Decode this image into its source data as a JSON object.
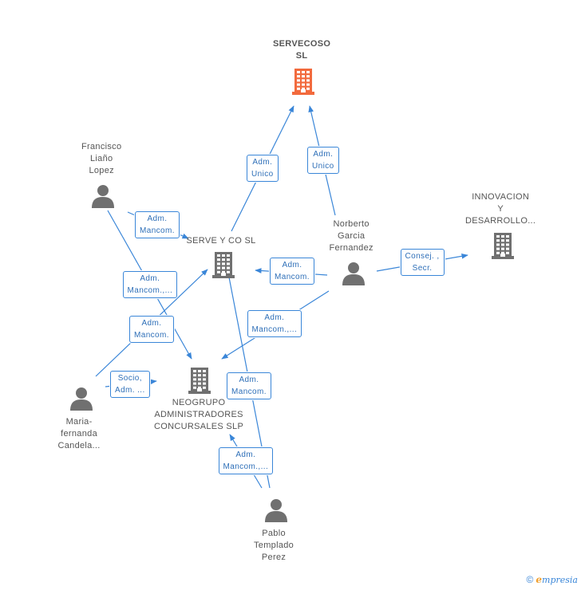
{
  "colors": {
    "accent": "#3a86d8",
    "main_company": "#f26a3d",
    "company": "#707070",
    "person": "#707070"
  },
  "nodes": [
    {
      "id": "servecoso",
      "kind": "company-main",
      "label": "SERVECOSO\nSL"
    },
    {
      "id": "serveyco",
      "kind": "company",
      "label": "SERVE Y CO SL"
    },
    {
      "id": "innovacion",
      "kind": "company",
      "label": "INNOVACION\nY\nDESARROLLO..."
    },
    {
      "id": "neogrupo",
      "kind": "company",
      "label": "NEOGRUPO\nADMINISTRADORES\nCONCURSALES SLP"
    },
    {
      "id": "francisco",
      "kind": "person",
      "label": "Francisco\nLiaño\nLopez"
    },
    {
      "id": "norberto",
      "kind": "person",
      "label": "Norberto\nGarcia\nFernandez"
    },
    {
      "id": "maria",
      "kind": "person",
      "label": "Maria-\nfernanda\nCandela..."
    },
    {
      "id": "pablo",
      "kind": "person",
      "label": "Pablo\nTemplado\nPerez"
    }
  ],
  "edges": [
    {
      "from": "serveyco",
      "to": "servecoso",
      "label": "Adm.\nUnico"
    },
    {
      "from": "norberto",
      "to": "servecoso",
      "label": "Adm.\nUnico"
    },
    {
      "from": "francisco",
      "to": "serveyco",
      "label": "Adm.\nMancom."
    },
    {
      "from": "francisco",
      "to": "neogrupo",
      "label": "Adm.\nMancom.,..."
    },
    {
      "from": "norberto",
      "to": "serveyco",
      "label": "Adm.\nMancom."
    },
    {
      "from": "norberto",
      "to": "innovacion",
      "label": "Consej. ,\nSecr."
    },
    {
      "from": "norberto",
      "to": "neogrupo",
      "label": "Adm.\nMancom.,..."
    },
    {
      "from": "maria",
      "to": "serveyco",
      "label": "Adm.\nMancom."
    },
    {
      "from": "maria",
      "to": "neogrupo",
      "label": "Socio,\nAdm. ..."
    },
    {
      "from": "pablo",
      "to": "serveyco",
      "label": "Adm.\nMancom."
    },
    {
      "from": "pablo",
      "to": "neogrupo",
      "label": "Adm.\nMancom.,..."
    }
  ],
  "footer": {
    "copyright": "©",
    "brand_initial": "e",
    "brand_rest": "mpresia"
  }
}
